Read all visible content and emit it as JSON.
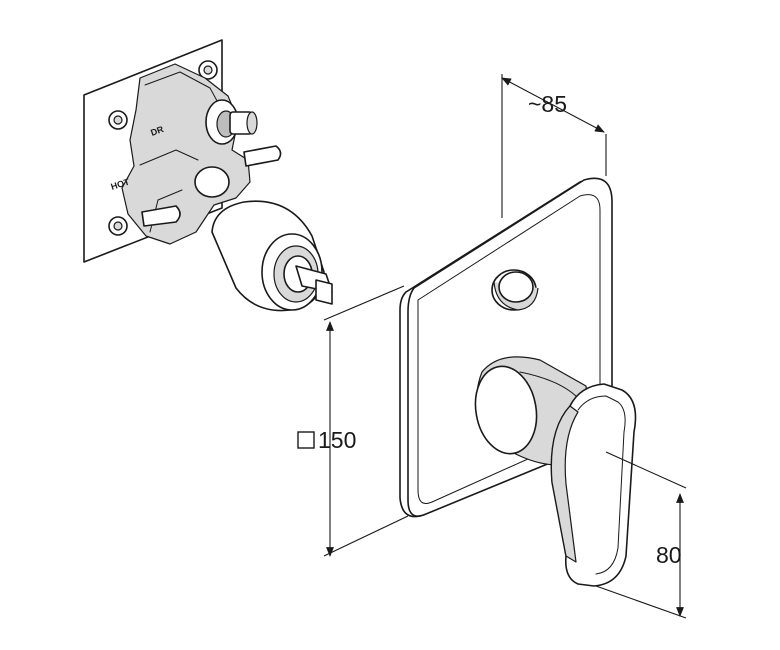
{
  "dimensions": {
    "depth": "~85",
    "plate_size": "150",
    "lever_offset": "80"
  },
  "valve_body_markings": {
    "top": "DR",
    "side": "HOT"
  },
  "icons": {
    "square_symbol": "square-dimension-icon"
  }
}
